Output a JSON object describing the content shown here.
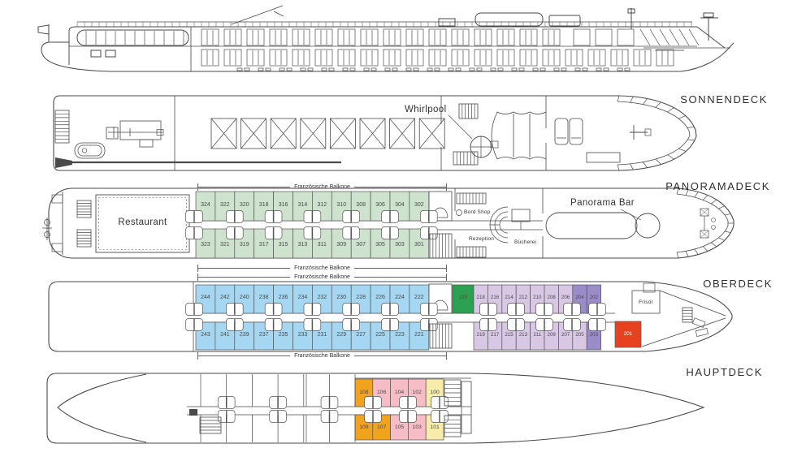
{
  "colors": {
    "line": "#4a4a4a",
    "green": "#cde3cd",
    "blue": "#a6d7f2",
    "dark_green": "#2ba151",
    "lilac": "#d9c8e5",
    "purple": "#9a8cc8",
    "red": "#e8411f",
    "orange": "#f2a31e",
    "pink": "#f6bdc6",
    "yellow": "#f7eca9"
  },
  "decks": {
    "sonnendeck": {
      "label": "SONNENDECK",
      "annotations": {
        "whirlpool": "Whirlpool"
      }
    },
    "panoramadeck": {
      "label": "PANORAMADECK",
      "balcony_label": "Französische Balkone",
      "rooms": {
        "restaurant": "Restaurant",
        "bord_shop": "Bord Shop",
        "rezeption": "Rezeption",
        "buecherei": "Bücherei",
        "panorama_bar": "Panorama Bar"
      },
      "cabins_top": [
        {
          "n": "324",
          "c": "green"
        },
        {
          "n": "322",
          "c": "green"
        },
        {
          "n": "320",
          "c": "green"
        },
        {
          "n": "318",
          "c": "green"
        },
        {
          "n": "316",
          "c": "green"
        },
        {
          "n": "314",
          "c": "green"
        },
        {
          "n": "312",
          "c": "green"
        },
        {
          "n": "310",
          "c": "green"
        },
        {
          "n": "308",
          "c": "green"
        },
        {
          "n": "306",
          "c": "green"
        },
        {
          "n": "304",
          "c": "green"
        },
        {
          "n": "302",
          "c": "green"
        }
      ],
      "cabins_bottom": [
        {
          "n": "323",
          "c": "green"
        },
        {
          "n": "321",
          "c": "green"
        },
        {
          "n": "319",
          "c": "green"
        },
        {
          "n": "317",
          "c": "green"
        },
        {
          "n": "315",
          "c": "green"
        },
        {
          "n": "313",
          "c": "green"
        },
        {
          "n": "311",
          "c": "green"
        },
        {
          "n": "309",
          "c": "green"
        },
        {
          "n": "307",
          "c": "green"
        },
        {
          "n": "305",
          "c": "green"
        },
        {
          "n": "303",
          "c": "green"
        },
        {
          "n": "301",
          "c": "green"
        }
      ]
    },
    "oberdeck": {
      "label": "OBERDECK",
      "balcony_label": "Französische Balkone",
      "rooms": {
        "frisoer": "Frisör"
      },
      "cabins_mid_top": [
        {
          "n": "244",
          "c": "blue"
        },
        {
          "n": "242",
          "c": "blue"
        },
        {
          "n": "240",
          "c": "blue"
        },
        {
          "n": "238",
          "c": "blue"
        },
        {
          "n": "236",
          "c": "blue"
        },
        {
          "n": "234",
          "c": "blue"
        },
        {
          "n": "232",
          "c": "blue"
        },
        {
          "n": "230",
          "c": "blue"
        },
        {
          "n": "228",
          "c": "blue"
        },
        {
          "n": "226",
          "c": "blue"
        },
        {
          "n": "224",
          "c": "blue"
        },
        {
          "n": "222",
          "c": "blue"
        }
      ],
      "cabins_mid_bottom": [
        {
          "n": "243",
          "c": "blue"
        },
        {
          "n": "241",
          "c": "blue"
        },
        {
          "n": "239",
          "c": "blue"
        },
        {
          "n": "237",
          "c": "blue"
        },
        {
          "n": "235",
          "c": "blue"
        },
        {
          "n": "233",
          "c": "blue"
        },
        {
          "n": "231",
          "c": "blue"
        },
        {
          "n": "229",
          "c": "blue"
        },
        {
          "n": "227",
          "c": "blue"
        },
        {
          "n": "225",
          "c": "blue"
        },
        {
          "n": "223",
          "c": "blue"
        },
        {
          "n": "221",
          "c": "blue"
        }
      ],
      "cabins_fwd_top": [
        {
          "n": "220",
          "c": "dark_green"
        },
        {
          "n": "218",
          "c": "lilac"
        },
        {
          "n": "216",
          "c": "lilac"
        },
        {
          "n": "214",
          "c": "lilac"
        },
        {
          "n": "212",
          "c": "lilac"
        },
        {
          "n": "210",
          "c": "lilac"
        },
        {
          "n": "208",
          "c": "lilac"
        },
        {
          "n": "206",
          "c": "lilac"
        },
        {
          "n": "204",
          "c": "purple"
        },
        {
          "n": "202",
          "c": "purple"
        }
      ],
      "cabins_fwd_bottom": [
        {
          "n": "219",
          "c": "lilac"
        },
        {
          "n": "217",
          "c": "lilac"
        },
        {
          "n": "215",
          "c": "lilac"
        },
        {
          "n": "213",
          "c": "lilac"
        },
        {
          "n": "211",
          "c": "lilac"
        },
        {
          "n": "209",
          "c": "lilac"
        },
        {
          "n": "207",
          "c": "lilac"
        },
        {
          "n": "205",
          "c": "lilac"
        },
        {
          "n": "203",
          "c": "purple"
        }
      ],
      "cabin_bow": {
        "n": "201",
        "c": "red"
      }
    },
    "hauptdeck": {
      "label": "HAUPTDECK",
      "cabins_top": [
        {
          "n": "108",
          "c": "orange"
        },
        {
          "n": "106",
          "c": "pink"
        },
        {
          "n": "104",
          "c": "pink"
        },
        {
          "n": "102",
          "c": "pink"
        },
        {
          "n": "100",
          "c": "yellow"
        }
      ],
      "cabins_bottom": [
        {
          "n": "109",
          "c": "orange"
        },
        {
          "n": "107",
          "c": "orange"
        },
        {
          "n": "105",
          "c": "pink"
        },
        {
          "n": "103",
          "c": "pink"
        },
        {
          "n": "101",
          "c": "yellow"
        }
      ]
    }
  }
}
